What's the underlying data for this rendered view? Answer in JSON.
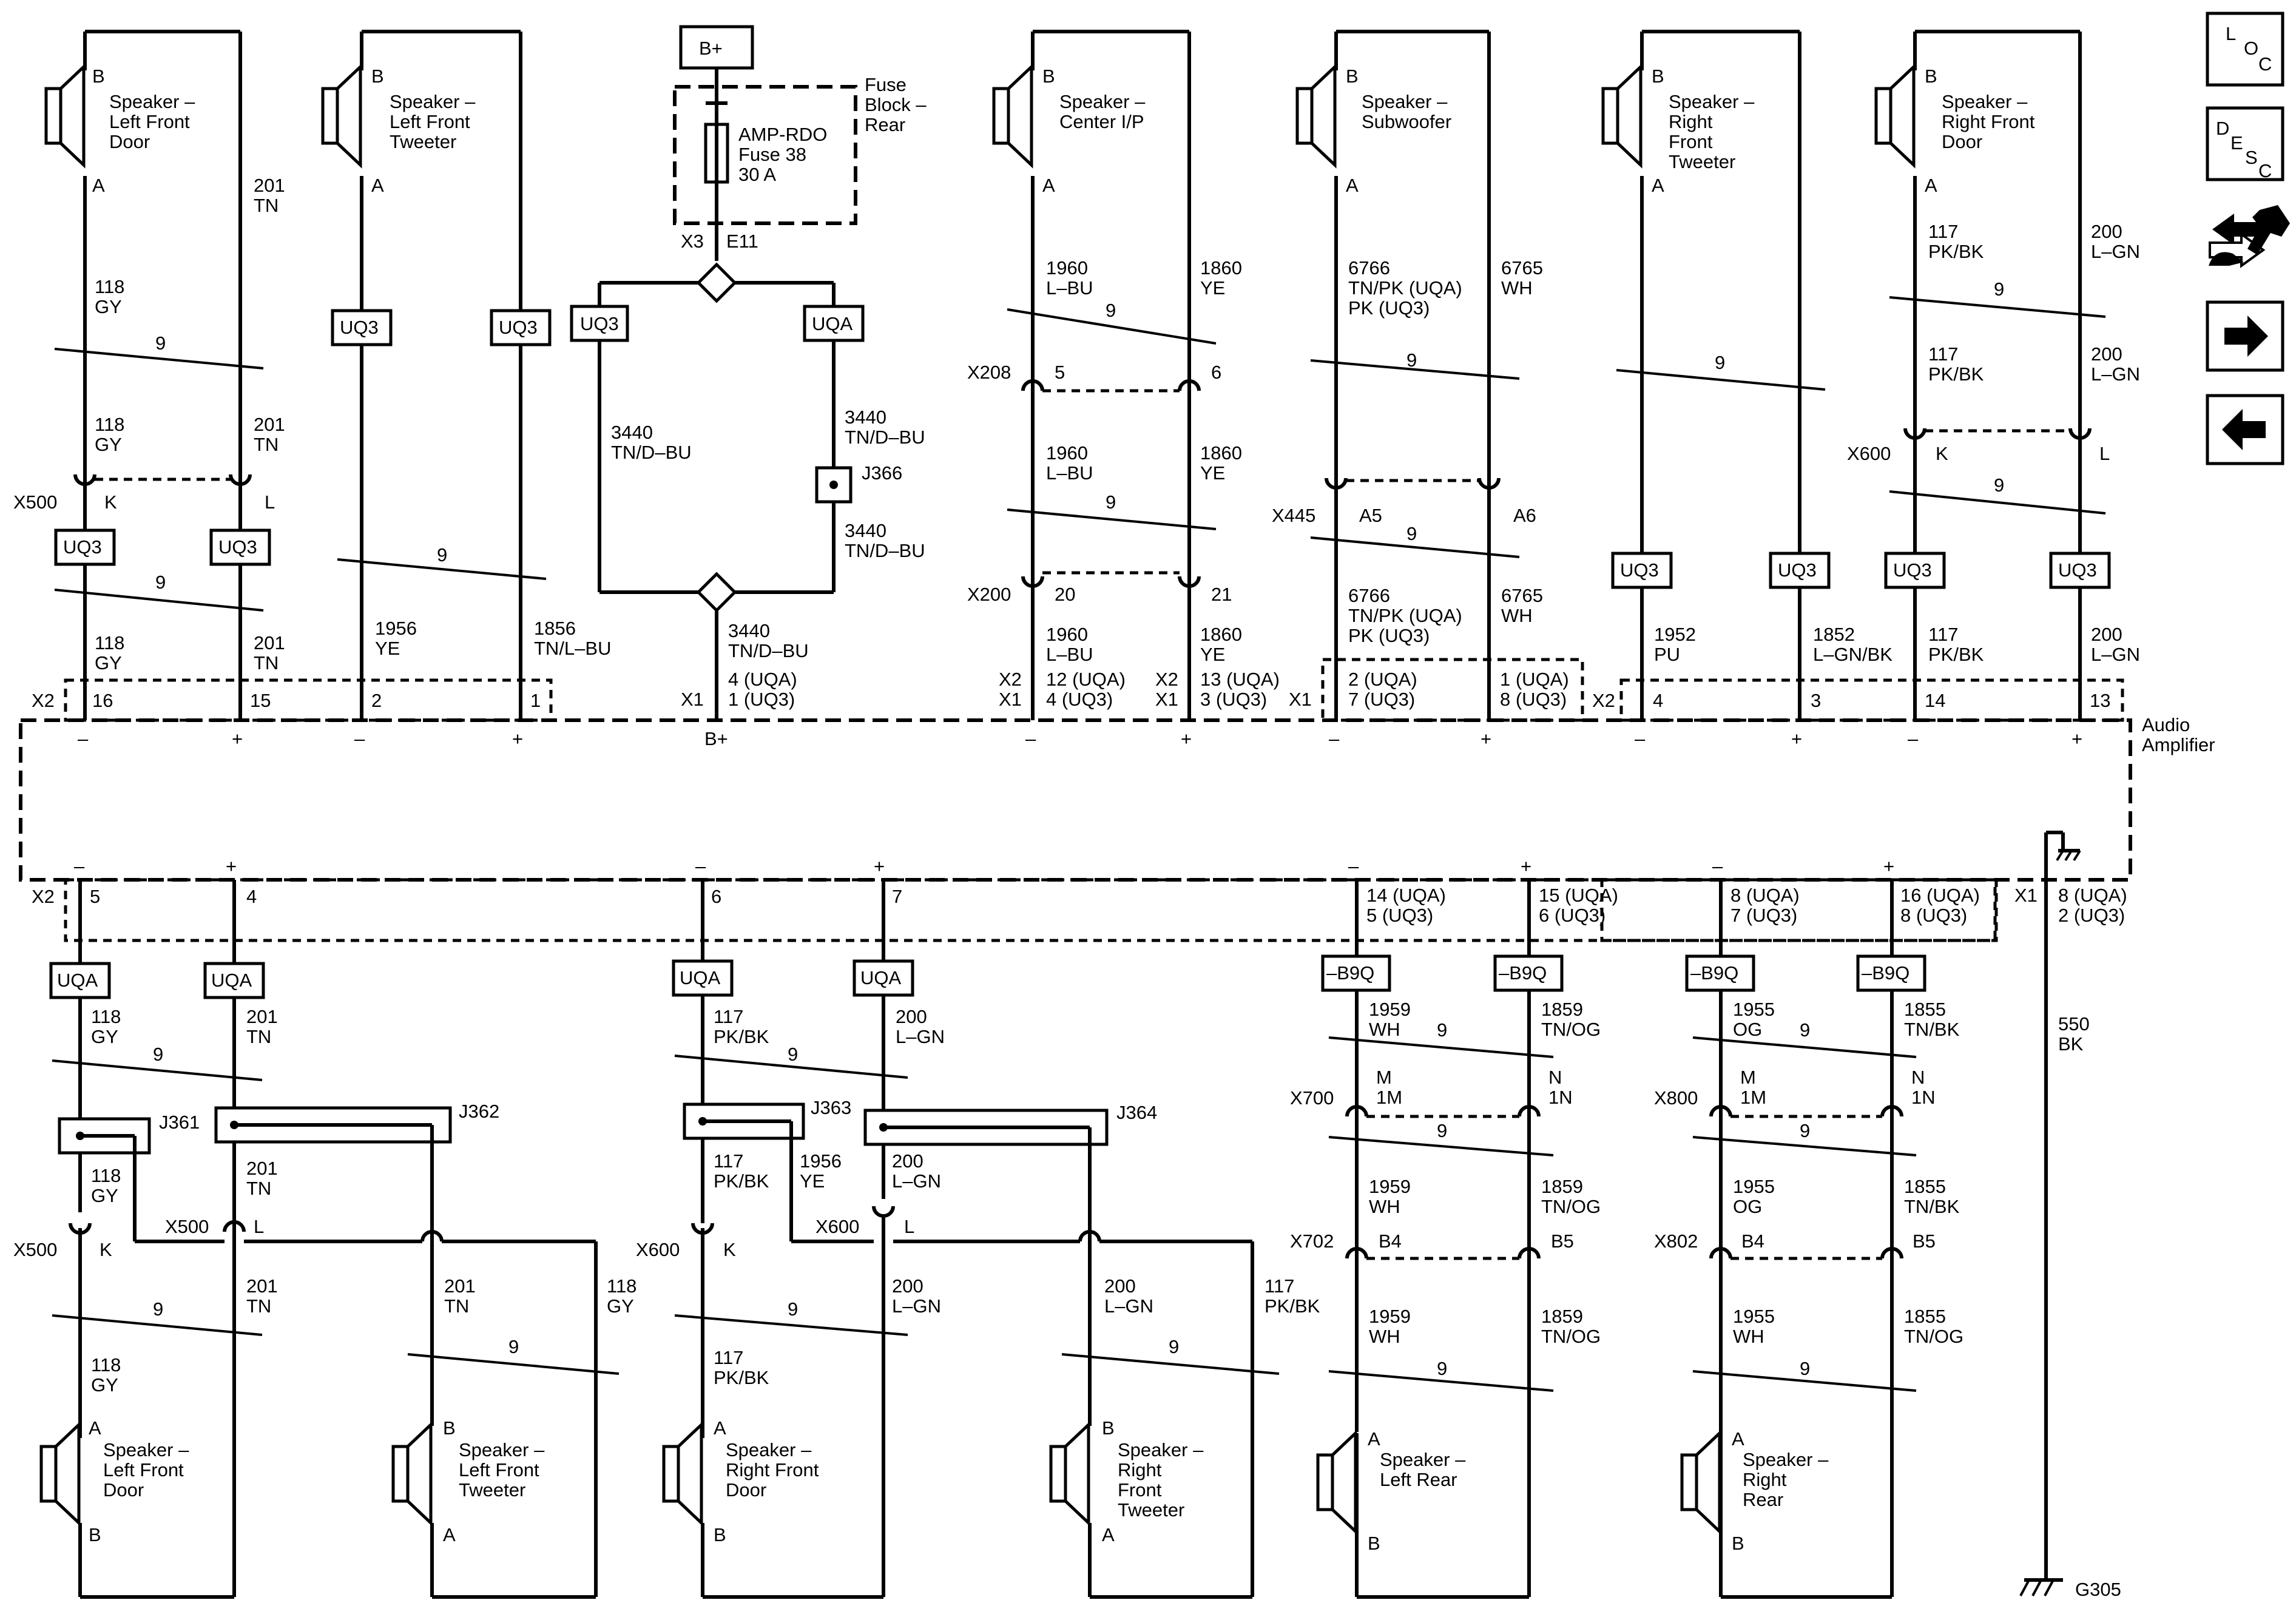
{
  "power": {
    "source": "B+",
    "fuse_block": "Fuse Block – Rear",
    "fuse_name": "AMP-RDO",
    "fuse_no": "Fuse 38",
    "fuse_rating": "30 A",
    "conn": "X3",
    "pin": "E11"
  },
  "amplifier": {
    "name": "Audio Amplifier",
    "bplus_label": "B+"
  },
  "options": [
    "UQ3",
    "UQA",
    "–B9Q"
  ],
  "twist_count": "9",
  "speakers": [
    {
      "id": "lf-door-top",
      "name": "Speaker – Left Front Door",
      "pins": [
        "B",
        "A"
      ]
    },
    {
      "id": "lf-tweeter-top",
      "name": "Speaker – Left Front Tweeter",
      "pins": [
        "B",
        "A"
      ]
    },
    {
      "id": "center-ip",
      "name": "Speaker – Center I/P",
      "pins": [
        "B",
        "A"
      ]
    },
    {
      "id": "subwoofer",
      "name": "Speaker – Subwoofer",
      "pins": [
        "B",
        "A"
      ]
    },
    {
      "id": "rf-tweeter-top",
      "name": "Speaker – Right Front Tweeter",
      "pins": [
        "B",
        "A"
      ]
    },
    {
      "id": "rf-door-top",
      "name": "Speaker – Right Front Door",
      "pins": [
        "B",
        "A"
      ]
    },
    {
      "id": "lf-door-bot",
      "name": "Speaker – Left Front Door",
      "pins": [
        "A",
        "B"
      ]
    },
    {
      "id": "lf-tweeter-bot",
      "name": "Speaker – Left Front Tweeter",
      "pins": [
        "B",
        "A"
      ]
    },
    {
      "id": "rf-door-bot",
      "name": "Speaker – Right Front Door",
      "pins": [
        "A",
        "B"
      ]
    },
    {
      "id": "rf-tweeter-bot",
      "name": "Speaker – Right Front Tweeter",
      "pins": [
        "B",
        "A"
      ]
    },
    {
      "id": "lr",
      "name": "Speaker – Left Rear",
      "pins": [
        "A",
        "B"
      ]
    },
    {
      "id": "rr",
      "name": "Speaker – Right Rear",
      "pins": [
        "A",
        "B"
      ]
    }
  ],
  "connectors": [
    "X2",
    "X1",
    "X500",
    "X600",
    "X208",
    "X200",
    "X445",
    "X700",
    "X702",
    "X800",
    "X802",
    "X3"
  ],
  "junctions": [
    "J361",
    "J362",
    "J363",
    "J364",
    "J366"
  ],
  "ground": {
    "wire": "550",
    "color": "BK",
    "pin": "8 (UQA) 2 (UQ3)",
    "point": "G305"
  },
  "nav": [
    {
      "id": "loc",
      "label": "LOC"
    },
    {
      "id": "desc",
      "label": "DESC"
    },
    {
      "id": "tools",
      "icon": "wrench-arrows-icon"
    },
    {
      "id": "next",
      "icon": "arrow-right-icon"
    },
    {
      "id": "prev",
      "icon": "arrow-left-icon"
    }
  ]
}
